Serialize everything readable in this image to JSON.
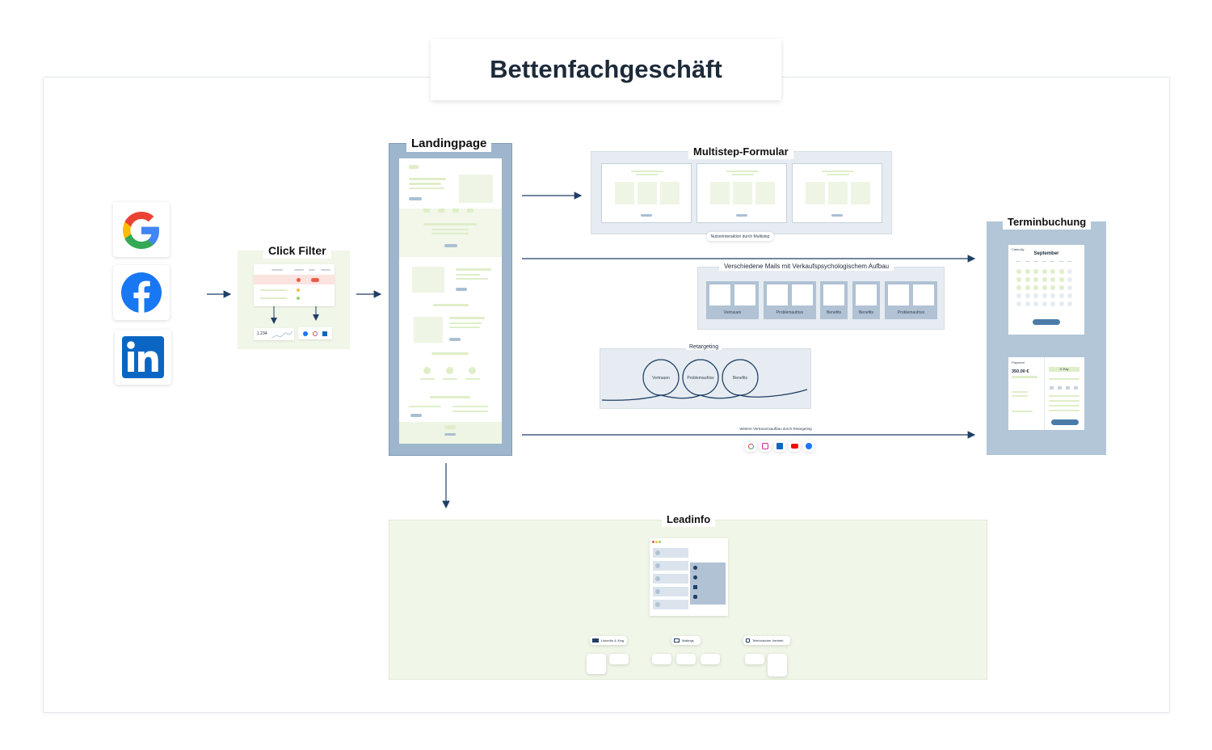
{
  "title": "Bettenfachgeschäft",
  "sources": {
    "icons": [
      "google-icon",
      "facebook-icon",
      "linkedin-icon"
    ],
    "colors": {
      "google_blue": "#4285F4",
      "google_red": "#EA4335",
      "google_yellow": "#FBBC05",
      "google_green": "#34A853",
      "facebook": "#1877F2",
      "linkedin": "#0A66C2"
    }
  },
  "click_filter": {
    "title": "Click Filter",
    "stat": "1.234"
  },
  "landingpage": {
    "title": "Landingpage"
  },
  "multistep": {
    "title": "Multistep-Formular",
    "caption": "Nutzerinteraktion durch Multistep"
  },
  "mails": {
    "title": "Verschiedene Mails mit Verkaufspsychologischem Aufbau",
    "groups": [
      "Vertrauen",
      "Problemaufriss",
      "Benefits",
      "Benefits",
      "Problemaufriss"
    ]
  },
  "retargeting": {
    "title": "Retargeting",
    "loops": [
      "Vertrauen",
      "Problemaufriss",
      "Benefits"
    ]
  },
  "retargeting_caption": "Weitere Vertrauensaufbau durch Retargeting",
  "retargeting_icons": [
    "google-icon",
    "instagram-icon",
    "linkedin-icon",
    "youtube-icon",
    "facebook-icon"
  ],
  "terminbuchung": {
    "title": "Terminbuchung",
    "calendar_label": "Calendly",
    "month": "September",
    "payment_label": "Payment",
    "amount": "350.00 €",
    "pay_button": "G Pay"
  },
  "leadinfo": {
    "title": "Leadinfo",
    "channels": [
      "LinkedIn & Xing",
      "Mailings",
      "Telefonischer Vertrieb"
    ]
  },
  "colors": {
    "arrow": "#1f3f66",
    "lp_frame": "#9eb6cd",
    "pale_blue": "#e6ecf1",
    "pale_green": "#f0f6e8"
  }
}
